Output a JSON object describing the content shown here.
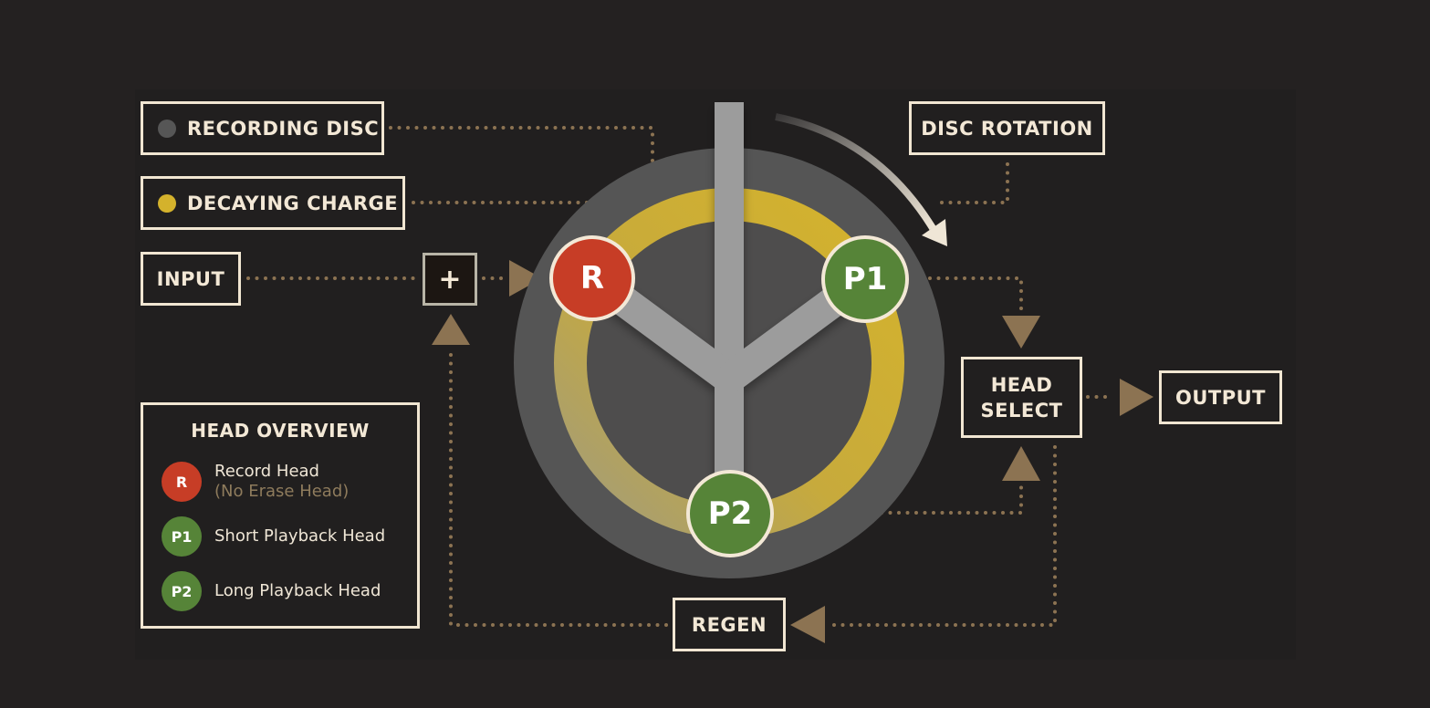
{
  "colors": {
    "background": "#242121",
    "box_border": "#f1e6d2",
    "text": "#f3e8d6",
    "connector": "#8c7352",
    "disc": "#555555",
    "disc_inner": "#4e4d4d",
    "charge": "#d4b22c",
    "charge_faded": "#a39d7a",
    "arm": "#9c9c9c",
    "record": "#c73d26",
    "playback": "#568438",
    "rotation_arrow": "#efe6d6"
  },
  "legend_items": {
    "recording_disc": {
      "label": "RECORDING DISC",
      "swatch": "#565656"
    },
    "decaying_charge": {
      "label": "DECAYING CHARGE",
      "swatch": "#d4b22c"
    }
  },
  "blocks": {
    "input": "INPUT",
    "mixer": "+",
    "disc_rotation": "DISC ROTATION",
    "head_select_line1": "HEAD",
    "head_select_line2": "SELECT",
    "output": "OUTPUT",
    "regen": "REGEN"
  },
  "heads": {
    "record": "R",
    "p1": "P1",
    "p2": "P2"
  },
  "head_overview": {
    "title": "HEAD OVERVIEW",
    "items": [
      {
        "badge": "R",
        "label": "Record Head",
        "sublabel": "(No Erase Head)",
        "color": "#c73d26"
      },
      {
        "badge": "P1",
        "label": "Short Playback Head",
        "color": "#568438"
      },
      {
        "badge": "P2",
        "label": "Long Playback Head",
        "color": "#568438"
      }
    ]
  }
}
